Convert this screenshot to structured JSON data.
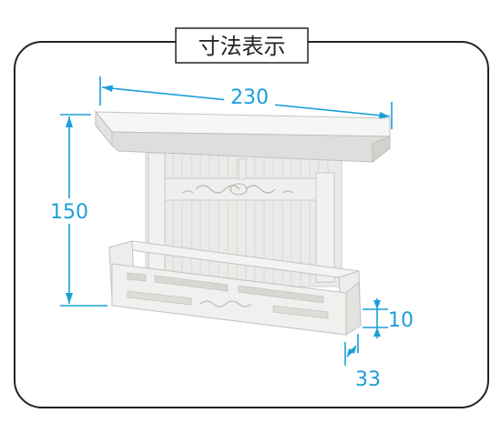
{
  "title": "寸法表示",
  "dimensions": {
    "width": "230",
    "height": "150",
    "step": "10",
    "depth": "33"
  },
  "colors": {
    "dimension": "#1a9fd8",
    "frame": "#222222",
    "wood_light": "#f4f4f3",
    "wood_mid": "#e4e4e2",
    "wood_shadow": "#c9c9c6",
    "wood_edge": "#b9b9b6"
  }
}
